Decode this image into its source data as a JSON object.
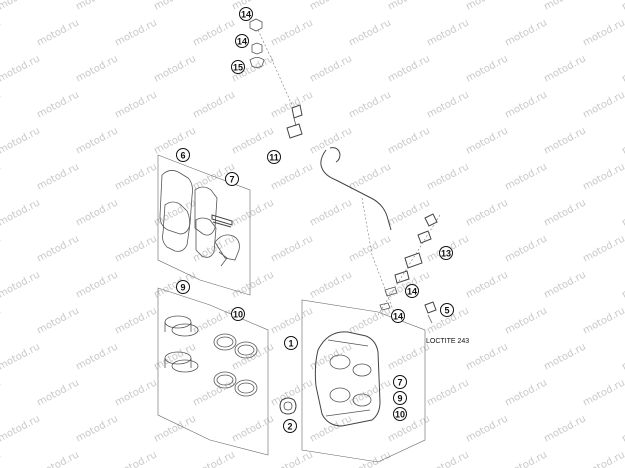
{
  "watermark": "motod.ru",
  "callouts": [
    {
      "label": "14"
    },
    {
      "label": "14"
    },
    {
      "label": "15"
    },
    {
      "label": "11"
    },
    {
      "label": "6"
    },
    {
      "label": "7"
    },
    {
      "label": "13"
    },
    {
      "label": "9"
    },
    {
      "label": "10"
    },
    {
      "label": "14"
    },
    {
      "label": "14"
    },
    {
      "label": "5"
    },
    {
      "label": "1"
    },
    {
      "label": "7"
    },
    {
      "label": "9"
    },
    {
      "label": "10"
    },
    {
      "label": "2"
    }
  ],
  "note": "LOCTITE 243"
}
